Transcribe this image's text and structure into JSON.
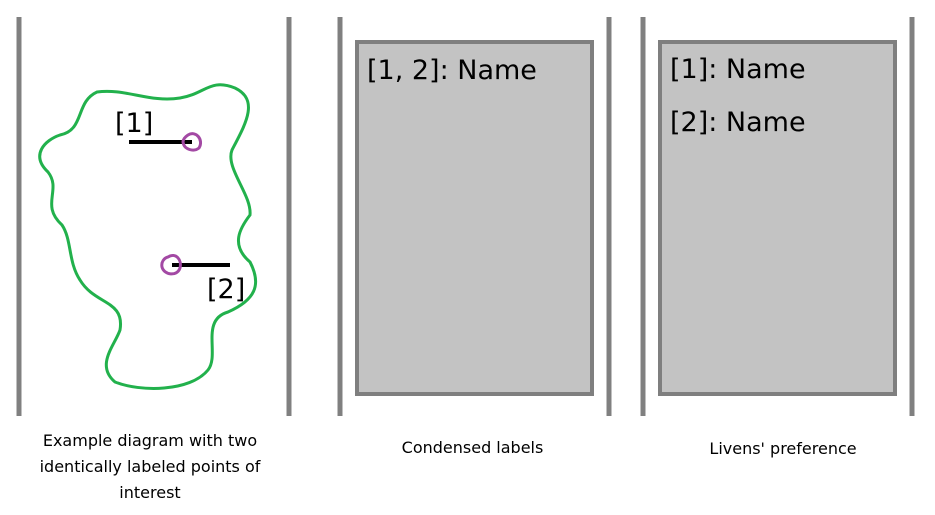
{
  "colors": {
    "divider": "#808080",
    "panel_fill": "#c3c3c3",
    "panel_border": "#7f7f7f",
    "outline": "#22b14c",
    "point": "#a349a4",
    "leader": "#000000"
  },
  "left_panel": {
    "label_1": "[1]",
    "label_2": "[2]",
    "caption": "Example diagram with two identically labeled points of interest"
  },
  "middle_panel": {
    "entry": "[1, 2]: Name",
    "caption": "Condensed labels"
  },
  "right_panel": {
    "entry_1": "[1]: Name",
    "entry_2": "[2]: Name",
    "caption": "Livens' preference"
  }
}
